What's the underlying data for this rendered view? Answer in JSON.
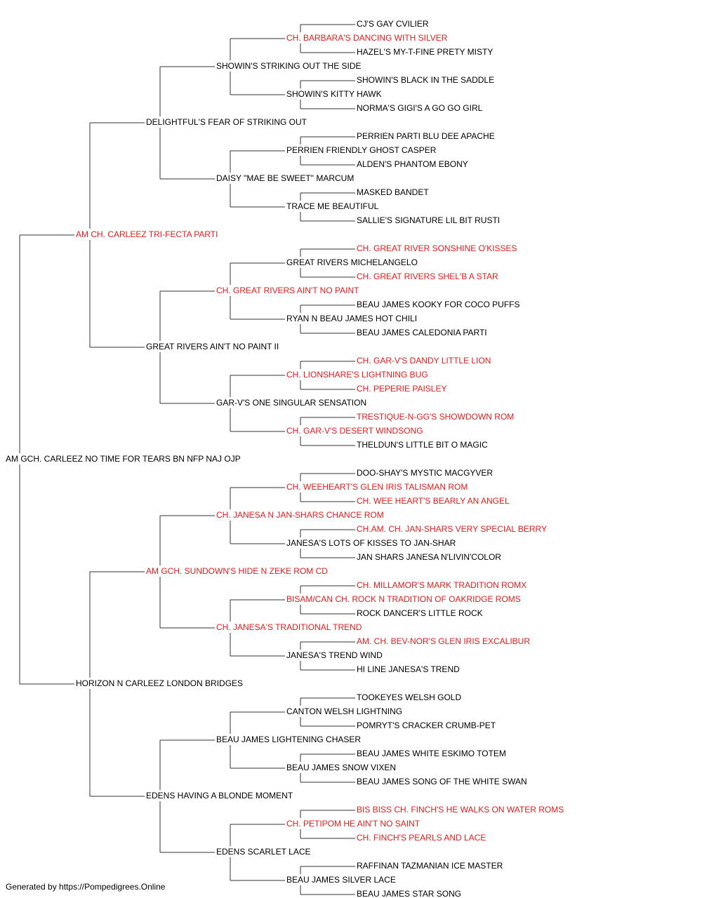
{
  "colors": {
    "default": "#000000",
    "champion": "#e31c1c",
    "line": "#333333"
  },
  "footer": "Generated by https://Pompedigrees.Online",
  "pedigree": {
    "subject": {
      "name": "AM GCH. CARLEEZ NO TIME FOR TEARS BN NFP NAJ OJP",
      "champion": false
    },
    "sire": {
      "name": "AM CH. CARLEEZ TRI-FECTA PARTI",
      "champion": true
    },
    "dam": {
      "name": "HORIZON N CARLEEZ LONDON BRIDGES",
      "champion": false
    },
    "gen3": [
      {
        "name": "DELIGHTFUL'S FEAR OF STRIKING OUT",
        "champion": false
      },
      {
        "name": "GREAT RIVERS AIN'T NO PAINT II",
        "champion": false
      },
      {
        "name": "AM GCH. SUNDOWN'S HIDE N ZEKE ROM CD",
        "champion": true
      },
      {
        "name": "EDENS HAVING A BLONDE MOMENT",
        "champion": false
      }
    ],
    "gen4": [
      {
        "name": "SHOWIN'S STRIKING OUT THE SIDE",
        "champion": false
      },
      {
        "name": "DAISY \"MAE BE SWEET\" MARCUM",
        "champion": false
      },
      {
        "name": "CH. GREAT RIVERS AIN'T NO PAINT",
        "champion": true
      },
      {
        "name": "GAR-V'S ONE SINGULAR SENSATION",
        "champion": false
      },
      {
        "name": "CH. JANESA N JAN-SHARS CHANCE ROM",
        "champion": true
      },
      {
        "name": "CH. JANESA'S TRADITIONAL TREND",
        "champion": true
      },
      {
        "name": "BEAU JAMES LIGHTENING CHASER",
        "champion": false
      },
      {
        "name": "EDENS SCARLET LACE",
        "champion": false
      }
    ],
    "gen5": [
      {
        "name": "CH. BARBARA'S DANCING WITH SILVER",
        "champion": true
      },
      {
        "name": "SHOWIN'S KITTY HAWK",
        "champion": false
      },
      {
        "name": "PERRIEN FRIENDLY GHOST CASPER",
        "champion": false
      },
      {
        "name": "TRACE ME BEAUTIFUL",
        "champion": false
      },
      {
        "name": "GREAT RIVERS MICHELANGELO",
        "champion": false
      },
      {
        "name": "RYAN N BEAU JAMES HOT CHILI",
        "champion": false
      },
      {
        "name": "CH. LIONSHARE'S LIGHTNING BUG",
        "champion": true
      },
      {
        "name": "CH. GAR-V'S DESERT WINDSONG",
        "champion": true
      },
      {
        "name": "CH. WEEHEART'S GLEN IRIS TALISMAN ROM",
        "champion": true
      },
      {
        "name": "JANESA'S LOTS OF KISSES TO JAN-SHAR",
        "champion": false
      },
      {
        "name": "BISAM/CAN CH. ROCK N TRADITION OF OAKRIDGE ROMS",
        "champion": true
      },
      {
        "name": "JANESA'S TREND WIND",
        "champion": false
      },
      {
        "name": "CANTON WELSH LIGHTNING",
        "champion": false
      },
      {
        "name": "BEAU JAMES SNOW VIXEN",
        "champion": false
      },
      {
        "name": "CH. PETIPOM HE AIN'T NO SAINT",
        "champion": true
      },
      {
        "name": "BEAU JAMES SILVER LACE",
        "champion": false
      }
    ],
    "gen6": [
      {
        "name": "CJ'S GAY CVILIER",
        "champion": false
      },
      {
        "name": "HAZEL'S MY-T-FINE PRETY MISTY",
        "champion": false
      },
      {
        "name": "SHOWIN'S BLACK IN THE SADDLE",
        "champion": false
      },
      {
        "name": "NORMA'S GIGI'S A GO GO GIRL",
        "champion": false
      },
      {
        "name": "PERRIEN PARTI BLU DEE APACHE",
        "champion": false
      },
      {
        "name": "ALDEN'S PHANTOM EBONY",
        "champion": false
      },
      {
        "name": "MASKED BANDET",
        "champion": false
      },
      {
        "name": "SALLIE'S SIGNATURE LIL BIT RUSTI",
        "champion": false
      },
      {
        "name": "CH. GREAT RIVER SONSHINE O'KISSES",
        "champion": true
      },
      {
        "name": "CH. GREAT RIVERS SHEL'B A STAR",
        "champion": true
      },
      {
        "name": "BEAU JAMES KOOKY FOR COCO PUFFS",
        "champion": false
      },
      {
        "name": "BEAU JAMES CALEDONIA PARTI",
        "champion": false
      },
      {
        "name": "CH. GAR-V'S DANDY LITTLE LION",
        "champion": true
      },
      {
        "name": "CH. PEPERIE PAISLEY",
        "champion": true
      },
      {
        "name": "TRESTIQUE-N-GG'S SHOWDOWN ROM",
        "champion": true
      },
      {
        "name": "THELDUN'S LITTLE BIT O MAGIC",
        "champion": false
      },
      {
        "name": "DOO-SHAY'S MYSTIC MACGYVER",
        "champion": false
      },
      {
        "name": "CH. WEE HEART'S BEARLY AN ANGEL",
        "champion": true
      },
      {
        "name": "CH.AM. CH. JAN-SHARS VERY SPECIAL BERRY",
        "champion": true
      },
      {
        "name": "JAN SHARS JANESA N'LIVIN'COLOR",
        "champion": false
      },
      {
        "name": "CH. MILLAMOR'S MARK TRADITION ROMX",
        "champion": true
      },
      {
        "name": "ROCK DANCER'S LITTLE ROCK",
        "champion": false
      },
      {
        "name": "AM. CH. BEV-NOR'S GLEN IRIS EXCALIBUR",
        "champion": true
      },
      {
        "name": "HI LINE JANESA'S TREND",
        "champion": false
      },
      {
        "name": "TOOKEYES WELSH GOLD",
        "champion": false
      },
      {
        "name": "POMRYT'S CRACKER CRUMB-PET",
        "champion": false
      },
      {
        "name": "BEAU JAMES WHITE ESKIMO TOTEM",
        "champion": false
      },
      {
        "name": "BEAU JAMES SONG OF THE WHITE SWAN",
        "champion": false
      },
      {
        "name": "BIS BISS CH. FINCH'S HE WALKS ON WATER ROMS",
        "champion": true
      },
      {
        "name": "CH. FINCH'S PEARLS AND LACE",
        "champion": true
      },
      {
        "name": "RAFFINAN TAZMANIAN ICE MASTER",
        "champion": false
      },
      {
        "name": "BEAU JAMES STAR SONG",
        "champion": false
      }
    ]
  }
}
